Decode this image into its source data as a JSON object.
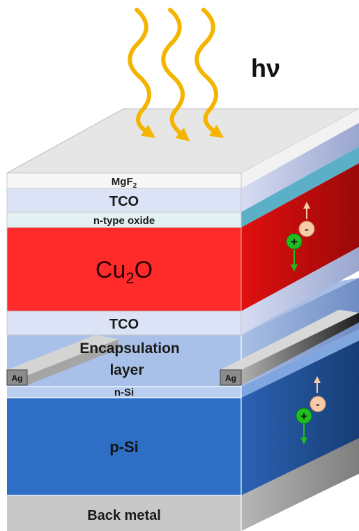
{
  "photon_label": "hν",
  "layers": {
    "mgf2": {
      "text": "MgF",
      "sub": "2"
    },
    "tco_top": {
      "text": "TCO"
    },
    "n_oxide": {
      "text": "n-type oxide"
    },
    "cu2o": {
      "pre": "Cu",
      "sub": "2",
      "post": "O"
    },
    "tco_bottom": {
      "text": "TCO"
    },
    "encapsulation_line1": {
      "text": "Encapsulation"
    },
    "encapsulation_line2": {
      "text": "layer"
    },
    "n_si": {
      "text": "n-Si"
    },
    "p_si": {
      "text": "p-Si"
    },
    "back_metal": {
      "text": "Back metal"
    }
  },
  "contacts": {
    "left": "Ag",
    "right": "Ag"
  },
  "carriers": {
    "hole_symbol": "+",
    "electron_symbol": "-"
  },
  "colors": {
    "photon": "#f5b400",
    "cu2o": "#ff2a2a",
    "p_si": "#2e6ec4",
    "tco": "#dde3f7",
    "back_metal": "#c8c8c8",
    "hole": "#1fbf1f",
    "electron": "#f7cba9"
  }
}
